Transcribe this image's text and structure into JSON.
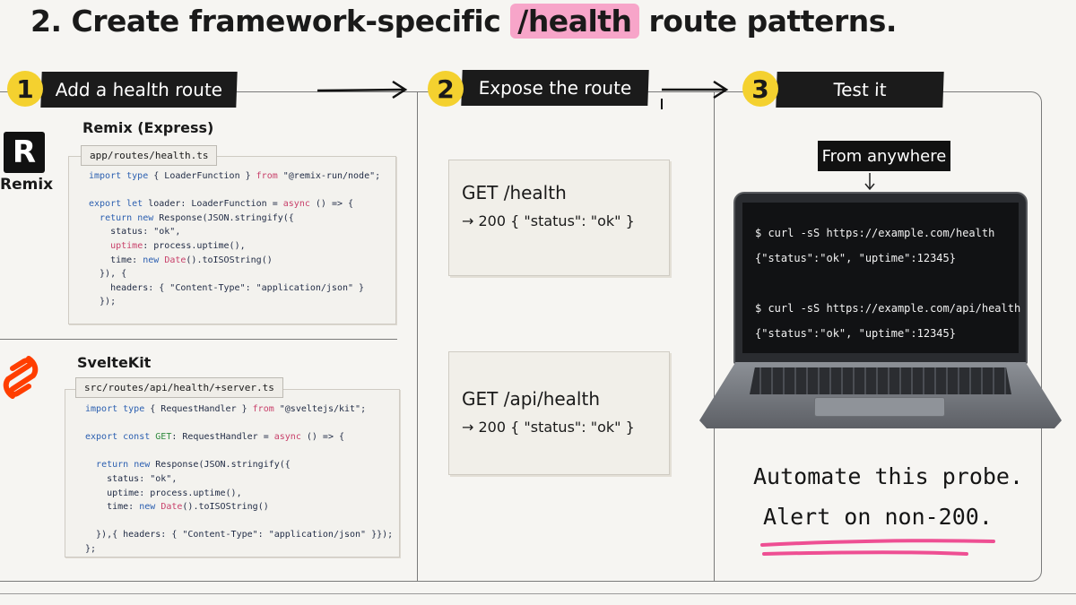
{
  "title": {
    "prefix": "2. Create framework-specific ",
    "highlight": "/health",
    "suffix": " route patterns."
  },
  "steps": [
    {
      "num": "1",
      "label": "Add a health route"
    },
    {
      "num": "2",
      "label": "Expose the route"
    },
    {
      "num": "3",
      "label": "Test it"
    }
  ],
  "remix": {
    "logo_letter": "R",
    "logo_text": "Remix",
    "name": "Remix (Express)",
    "file": "app/routes/health.ts"
  },
  "svelte": {
    "name": "SvelteKit",
    "file": "src/routes/api/health/+server.ts"
  },
  "routes": [
    {
      "path": "GET /health",
      "response": "→ 200 { \"status\": \"ok\" }"
    },
    {
      "path": "GET /api/health",
      "response": "→ 200 { \"status\": \"ok\" }"
    }
  ],
  "test": {
    "callout": "From anywhere",
    "terminal": [
      "$ curl -sS https://example.com/health",
      "{\"status\":\"ok\", \"uptime\":12345}",
      "",
      "$ curl -sS https://example.com/api/health",
      "{\"status\":\"ok\", \"uptime\":12345}"
    ],
    "note_line1": "Automate this probe.",
    "note_line2": "Alert on non-200."
  },
  "colors": {
    "step_yellow": "#f4d12f",
    "highlight_pink": "#f7a5c9",
    "underline_pink": "#ee4f93"
  }
}
